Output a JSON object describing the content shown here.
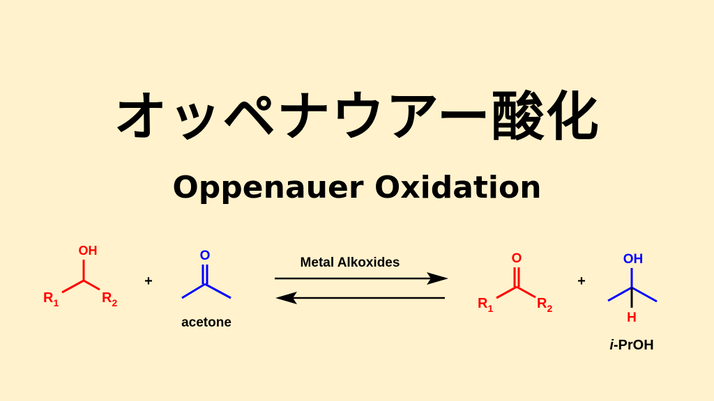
{
  "title": {
    "japanese": "オッペナウアー酸化",
    "english": "Oppenauer Oxidation"
  },
  "scheme": {
    "reactant_alcohol": {
      "oh_label": "OH",
      "r1_label": "R",
      "r1_sub": "1",
      "r2_label": "R",
      "r2_sub": "2",
      "color": "#ff0000"
    },
    "plus_1": "+",
    "reactant_acetone": {
      "o_label": "O",
      "name": "acetone",
      "color": "#0000ff"
    },
    "reagent": {
      "label": "Metal Alkoxides",
      "arrow_type": "equilibrium"
    },
    "product_ketone": {
      "o_label": "O",
      "r1_label": "R",
      "r1_sub": "1",
      "r2_label": "R",
      "r2_sub": "2",
      "color": "#ff0000"
    },
    "plus_2": "+",
    "product_ipa": {
      "oh_label": "OH",
      "h_label": "H",
      "name_italic": "i",
      "name_rest": "-PrOH",
      "color_skeleton": "#0000ff",
      "color_h": "#ff0000"
    }
  },
  "colors": {
    "background": "#fff2cc",
    "text": "#000000",
    "red": "#ff0000",
    "blue": "#0000ff"
  }
}
